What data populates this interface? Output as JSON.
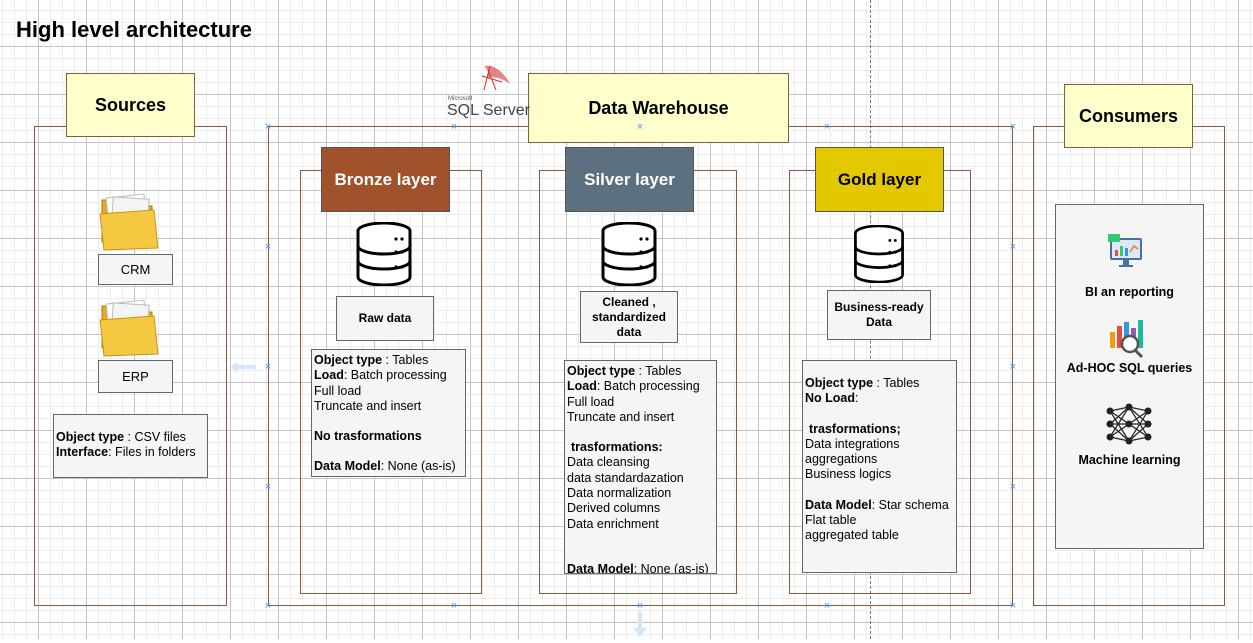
{
  "title": "High level architecture",
  "sources": {
    "header": "Sources",
    "items": [
      "CRM",
      "ERP"
    ],
    "info": {
      "object_type_label": "Object type",
      "object_type_value": " : CSV files",
      "interface_label": "Interface",
      "interface_value": ": Files in folders"
    }
  },
  "warehouse": {
    "header": "Data Warehouse",
    "logo_small": "Microsoft",
    "logo_text": "SQL Server"
  },
  "bronze": {
    "header": "Bronze layer",
    "color": "#a0522d",
    "label": "Raw data",
    "object_type_label": "Object type",
    "object_type_value": " : Tables",
    "load_label": "Load",
    "load_value": ": Batch processing",
    "line1": "Full load",
    "line2": "Truncate and insert",
    "transform": "No trasformations",
    "model_label": "Data Model",
    "model_value": ": None (as-is)"
  },
  "silver": {
    "header": "Silver layer",
    "color": "#5d7080",
    "label": "Cleaned , standardized data",
    "object_type_label": "Object type",
    "object_type_value": " : Tables",
    "load_label": "Load",
    "load_value": ": Batch processing",
    "line1": "Full load",
    "line2": "Truncate and insert",
    "transform_label": "trasformations:",
    "transforms": [
      "Data cleansing",
      "data standardazation",
      "Data normalization",
      "Derived columns",
      "Data enrichment"
    ],
    "model_label": "Data Model",
    "model_value": ": None (as-is)"
  },
  "gold": {
    "header": "Gold layer",
    "color": "#e3c800",
    "label": "Business-ready Data",
    "object_type_label": "Object type",
    "object_type_value": " : Tables",
    "load_label": "No Load",
    "load_value": ":",
    "transform_label": "trasformations;",
    "transforms": [
      "Data integrations",
      "aggregations",
      "Business logics"
    ],
    "model_label": "Data Model",
    "model_value": ": Star schema",
    "model_lines": [
      "Flat table",
      "aggregated table"
    ]
  },
  "consumers": {
    "header": "Consumers",
    "items": [
      "BI an reporting",
      "Ad-HOC SQL queries",
      "Machine learning"
    ]
  }
}
